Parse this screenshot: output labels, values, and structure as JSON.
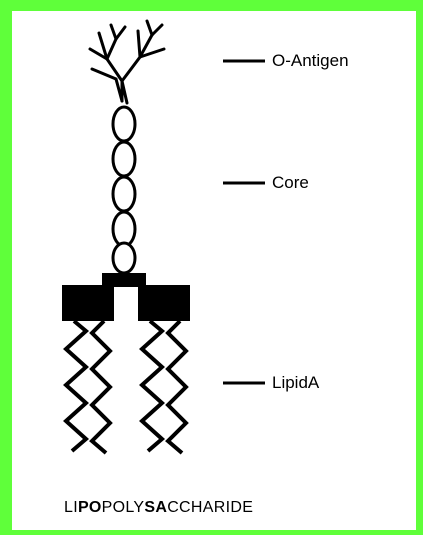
{
  "labels": {
    "o_antigen": "O-Antigen",
    "core": "Core",
    "lipid_a": "LipidA"
  },
  "title": {
    "text": "LIPOPOLYSACCHARIDE",
    "bold_part_1": "PO",
    "bold_part_2": "SA",
    "segments": [
      "LI",
      "PO",
      "POLY",
      "SA",
      "CCHARIDE"
    ]
  },
  "colors": {
    "background_border": "#5fff3a",
    "panel": "#ffffff",
    "ink": "#000000"
  }
}
